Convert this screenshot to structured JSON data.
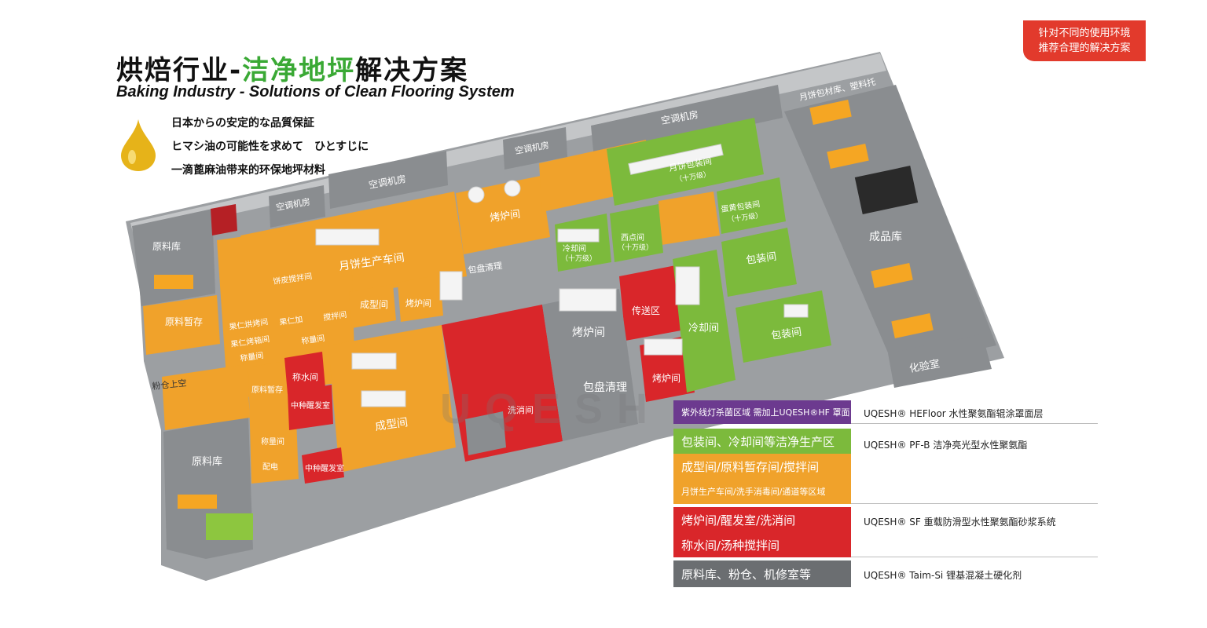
{
  "header": {
    "title_part1": "烘焙行业-",
    "title_part2": "洁净地坪",
    "title_part3": "解决方案",
    "title_en": "Baking Industry  - Solutions of Clean Flooring System",
    "tagline_1": "日本からの安定的な品質保証",
    "tagline_2": "ヒマシ油の可能性を求めて　ひとすじに",
    "tagline_3": "一滴蓖麻油带来的环保地坪材料"
  },
  "badge": {
    "line1": "针对不同的使用环境",
    "line2": "推荐合理的解决方案"
  },
  "colors": {
    "gray": "#8a8d90",
    "orange": "#f0a22b",
    "red": "#d9262a",
    "green": "#7cba3c",
    "purple": "#6c3a8f",
    "badge_red": "#e23a2c"
  },
  "watermark": "UQESH",
  "rooms": {
    "kongtiao_1": "空调机房",
    "kongtiao_2": "空调机房",
    "kongtiao_3": "空调机房",
    "kongtiao_4": "空调机房",
    "yuanliao_ku_1": "原料库",
    "yuanliao_ku_2": "原料库",
    "yuanliao_zancun": "原料暂存",
    "yuanliao_zancun_2": "原料暂存",
    "fenchen_shangkong": "粉仓上空",
    "yuebing_chejian": "月饼生产车间",
    "kaolu_top": "烤炉间",
    "kaolu_mid": "烤炉间",
    "kaolu_red": "烤炉间",
    "kaolu_big": "烤炉间",
    "baopan_qingli_1": "包盘清理",
    "baopan_qingli_2": "包盘清理",
    "chengxing_1": "成型间",
    "chengxing_2": "成型间",
    "chuansong": "传送区",
    "lengque": "冷却间",
    "lengque_small": "冷却间",
    "lengque_small_sub": "（十万级）",
    "xidian": "西点间",
    "xidian_sub": "（十万级）",
    "yuebing_baozhuang": "月饼包装间",
    "yuebing_baozhuang_sub": "（十万级）",
    "danhuang_baozhuang": "蛋黄包装间",
    "danhuang_baozhuang_sub": "（十万级）",
    "baozhuang_1": "包装间",
    "baozhuang_2": "包装间",
    "chengpin": "成品库",
    "huayan": "化验室",
    "baocai_ku": "月饼包材库、塑料托",
    "xixiao": "洗消间",
    "chengshui": "称水间",
    "zhongfa_1": "中种醒发室",
    "zhongfa_2": "中种醒发室",
    "guoren_1": "果仁烘烤间",
    "guoren_2": "果仁烤箱间",
    "guoren_3": "果仁加",
    "jiaoban": "搅拌间",
    "chengliang_1": "称量间",
    "chengliang_2": "称量间",
    "chengliang_3": "称量间",
    "peidian": "配电",
    "bingpi": "饼皮搅拌间"
  },
  "legend": [
    {
      "label": "紫外线灯杀菌区域 需加上UQESH®HF 罩面",
      "product": "UQESH® HEFloor  水性聚氨酯辊涂罩面层",
      "color": "#6c3a8f"
    },
    {
      "label": "包装间、冷却间等洁净生产区",
      "product": "",
      "color": "#7cba3c"
    },
    {
      "label": "成型间/原料暂存间/搅拌间",
      "product": "UQESH® PF-B  洁净亮光型水性聚氨酯",
      "color": "#f0a22b"
    },
    {
      "label": "月饼生产车间/洗手消毒间/通道等区域",
      "product": "",
      "color": "#f0a22b"
    },
    {
      "label": "烤炉间/醒发室/洗消间",
      "product": "UQESH® SF  重载防滑型水性聚氨酯砂浆系统",
      "color": "#d9262a"
    },
    {
      "label": "称水间/汤种搅拌间",
      "product": "",
      "color": "#d9262a"
    },
    {
      "label": "原料库、粉仓、机修室等",
      "product": "UQESH® Taim-Si 锂基混凝土硬化剂",
      "color": "#6b6e71"
    }
  ]
}
